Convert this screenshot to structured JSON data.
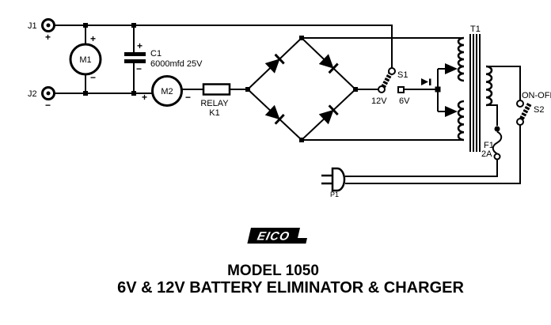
{
  "colors": {
    "ink": "#000000",
    "paper": "#ffffff"
  },
  "schematic": {
    "input_jacks": {
      "j1": {
        "label": "J1",
        "sign": "+"
      },
      "j2": {
        "label": "J2",
        "sign": "−"
      }
    },
    "meter_m1": {
      "label": "M1",
      "plus": "+",
      "minus": "−"
    },
    "capacitor_c1": {
      "label": "C1",
      "value": "6000mfd 25V",
      "plus": "+",
      "minus": "−"
    },
    "meter_m2": {
      "label": "M2",
      "plus": "+",
      "minus": "−"
    },
    "relay_k1": {
      "name": "RELAY",
      "designator": "K1"
    },
    "switch_s1": {
      "label": "S1",
      "position_12v": "12V",
      "position_6v": "6V"
    },
    "transformer_t1": {
      "label": "T1"
    },
    "switch_s2": {
      "label": "S2",
      "mode_label": "ON-OFF"
    },
    "fuse_f1": {
      "label": "F1",
      "rating": "2A"
    },
    "plug_p1": {
      "label": "P1"
    }
  },
  "footer": {
    "brand": "EICO",
    "model": "MODEL 1050",
    "subtitle": "6V & 12V BATTERY ELIMINATOR & CHARGER"
  }
}
